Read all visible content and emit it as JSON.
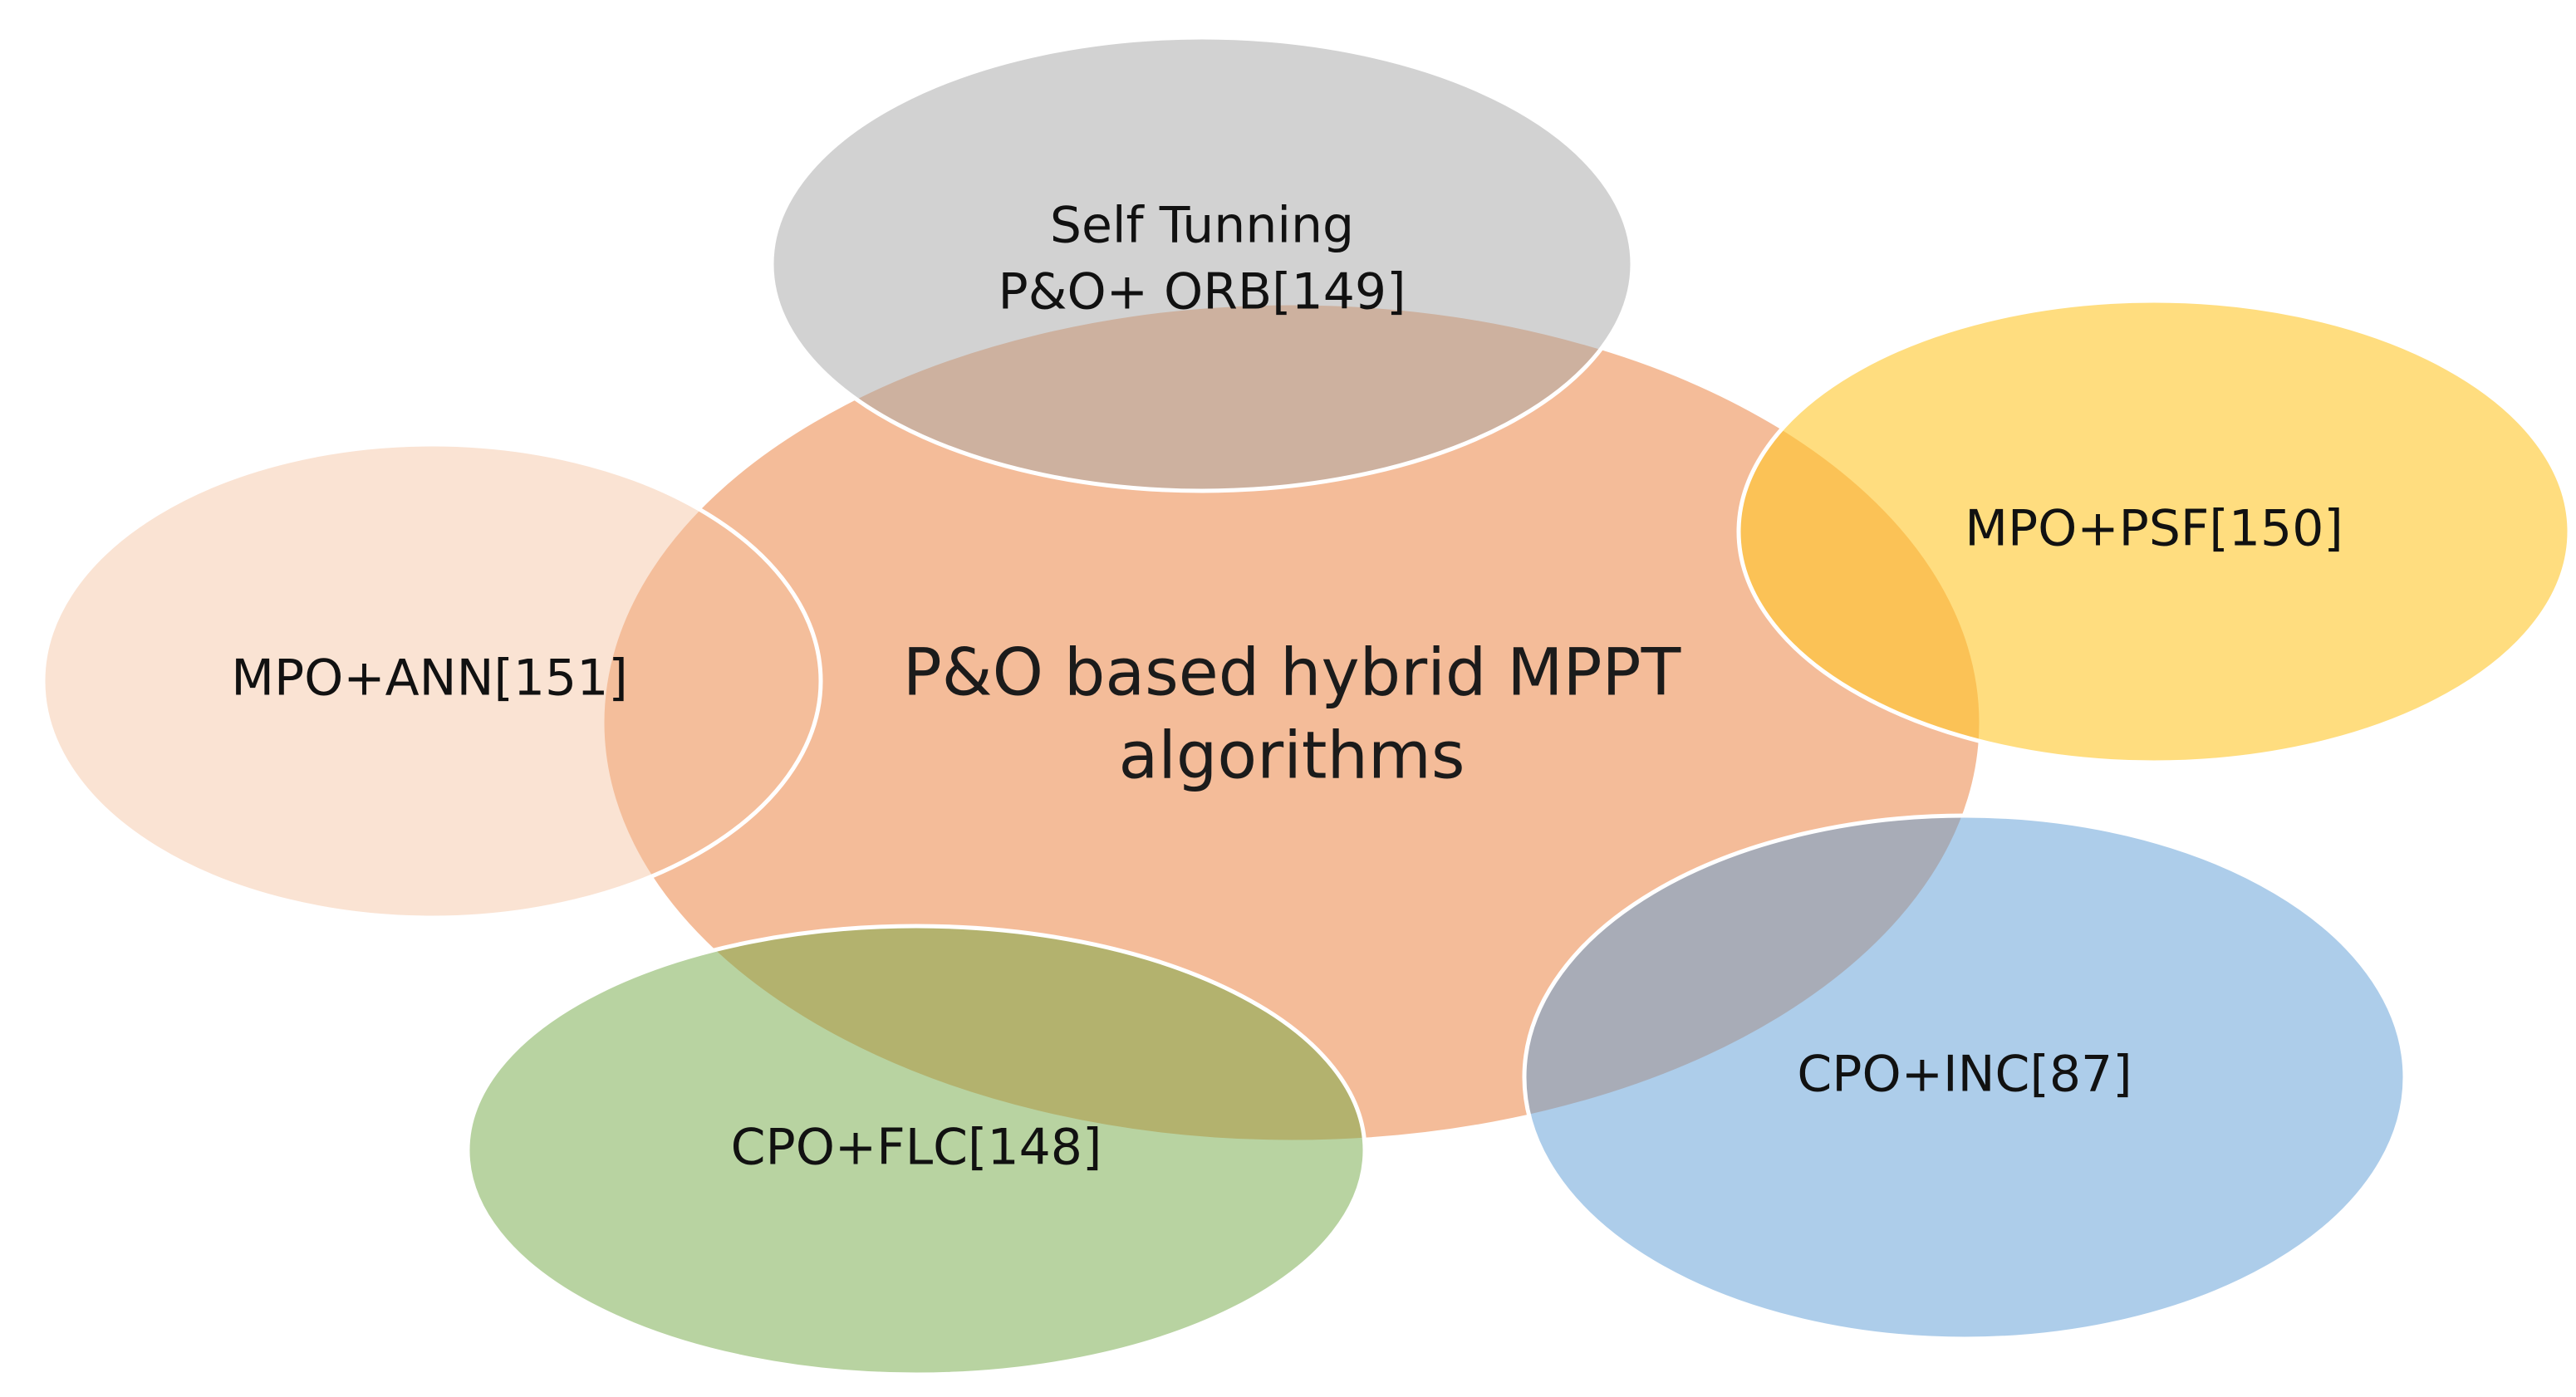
{
  "diagram": {
    "center": {
      "line1": "P&O based hybrid MPPT",
      "line2": "algorithms",
      "color": "#F4BC99"
    },
    "nodes": [
      {
        "id": "self-tuning",
        "line1": "Self Tunning",
        "line2": "P&O+ ORB[149]",
        "color": "#C8C8C8"
      },
      {
        "id": "mpo-psf",
        "line1": "MPO+PSF[150]",
        "color": "#FCD462"
      },
      {
        "id": "mpo-ann",
        "line1": "MPO+ANN[151]",
        "color": "#F9DCC8"
      },
      {
        "id": "cpo-flc",
        "line1": "CPO+FLC[148]",
        "color": "#A7CB8C"
      },
      {
        "id": "cpo-inc",
        "line1": "CPO+INC[87]",
        "color": "#A2C3E6"
      }
    ]
  }
}
